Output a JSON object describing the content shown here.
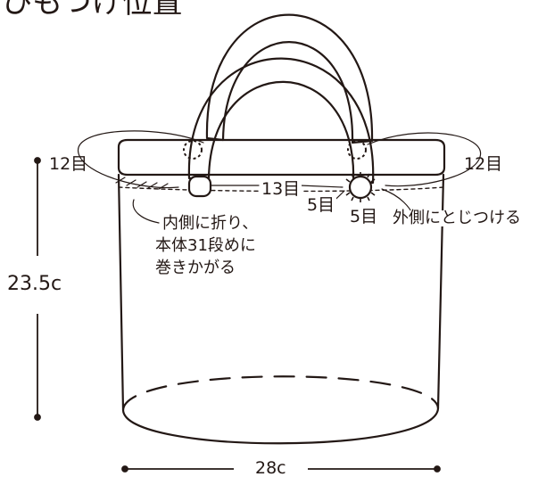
{
  "title": "ひもつけ位置",
  "labels": {
    "left_stitches": "12目",
    "right_stitches": "12目",
    "center_stitches": "13目",
    "inner_stitches": "5目",
    "outer_stitches": "5目",
    "height": "23.5c",
    "width": "28c"
  },
  "notes": {
    "inside": [
      "内側に折り、",
      "本体31段めに",
      "巻きかがる"
    ],
    "outside": "外側にとじつける"
  },
  "colors": {
    "line": "#231815",
    "background": "#ffffff"
  }
}
